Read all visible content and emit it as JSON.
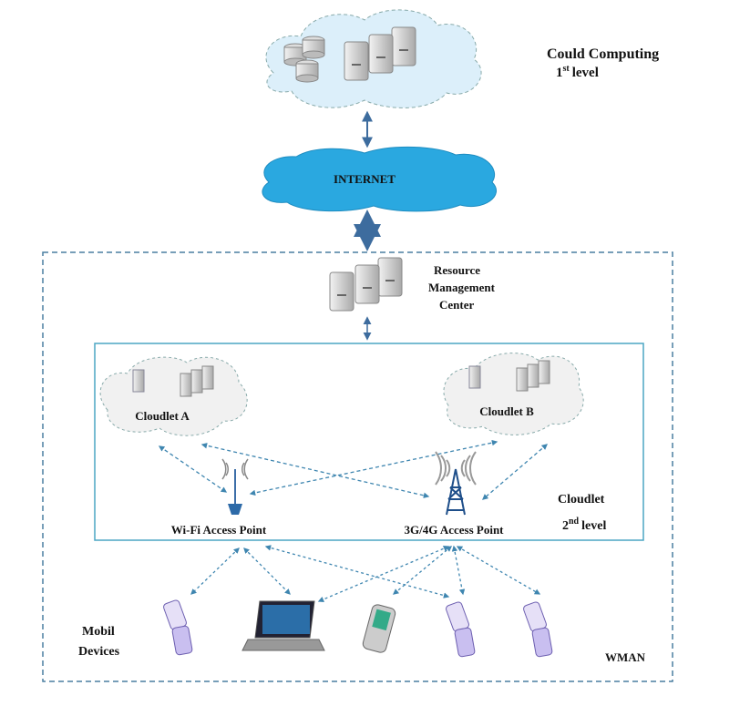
{
  "cloud_computing": {
    "title": "Could Computing",
    "level_num": "1",
    "level_sup": "st",
    "level_word": "level"
  },
  "internet": {
    "label": "INTERNET"
  },
  "resource_center": {
    "lines": [
      "Resource",
      "Management",
      "Center"
    ]
  },
  "cloudlets": [
    {
      "label": "Cloudlet A"
    },
    {
      "label": "Cloudlet B"
    }
  ],
  "access_points": [
    {
      "label": "Wi-Fi  Access Point"
    },
    {
      "label": "3G/4G  Access Point"
    }
  ],
  "cloudlet_level": {
    "title": "Cloudlet",
    "level_num": "2",
    "level_sup": "nd",
    "level_word": "level"
  },
  "devices": {
    "lines": [
      "Mobil",
      "Devices"
    ]
  },
  "wman": {
    "label": "WMAN"
  },
  "colors": {
    "internet": "#2aa8e0",
    "cloud_fill": "#dcefFA",
    "arrow": "#3d6c9e",
    "dashed_link": "#3f86b0",
    "box": "#4ba6c4"
  }
}
